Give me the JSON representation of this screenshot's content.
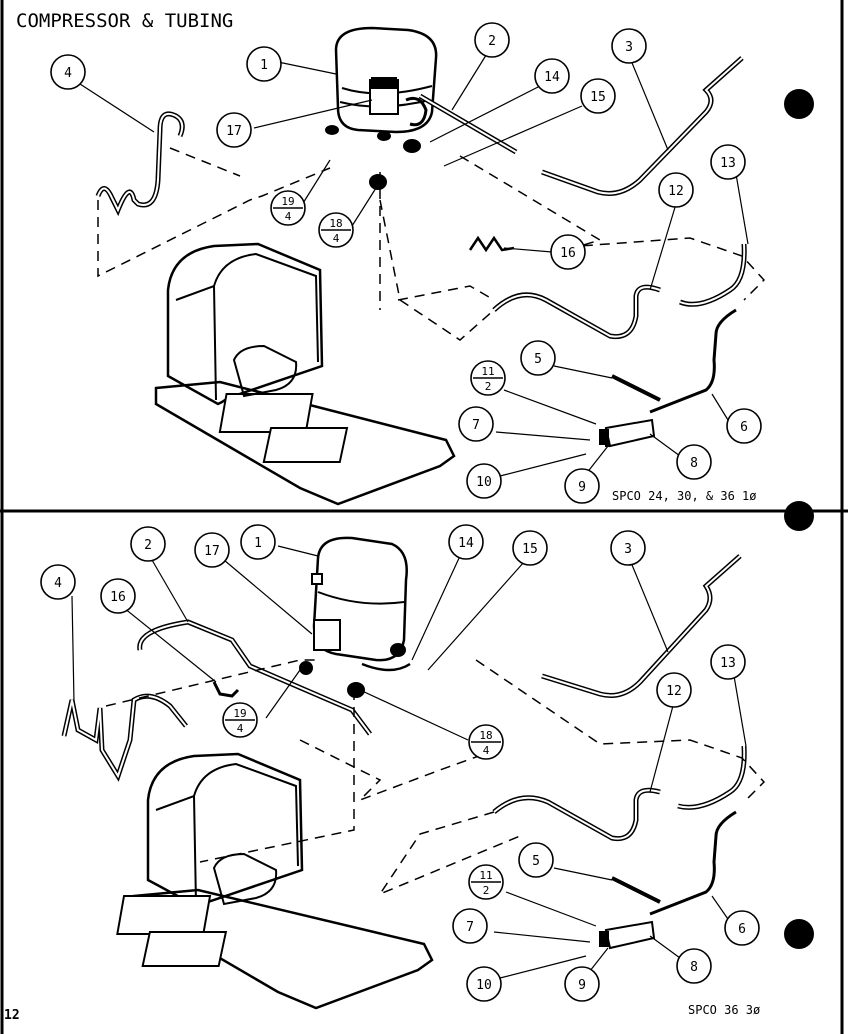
{
  "title": "COMPRESSOR & TUBING",
  "page_number": "12",
  "upper": {
    "model": "SPCO 24, 30, & 36 1ø",
    "callouts": [
      "1",
      "2",
      "3",
      "4",
      "5",
      "6",
      "7",
      "8",
      "9",
      "10",
      "12",
      "13",
      "14",
      "15",
      "16",
      "17"
    ],
    "fractions": [
      {
        "num": "19",
        "den": "4"
      },
      {
        "num": "18",
        "den": "4"
      },
      {
        "num": "11",
        "den": "2"
      }
    ]
  },
  "lower": {
    "model": "SPCO 36 3ø",
    "callouts": [
      "1",
      "2",
      "3",
      "4",
      "5",
      "6",
      "7",
      "8",
      "9",
      "10",
      "12",
      "13",
      "14",
      "15",
      "16",
      "17"
    ],
    "fractions": [
      {
        "num": "19",
        "den": "4"
      },
      {
        "num": "18",
        "den": "4"
      },
      {
        "num": "11",
        "den": "2"
      }
    ]
  }
}
